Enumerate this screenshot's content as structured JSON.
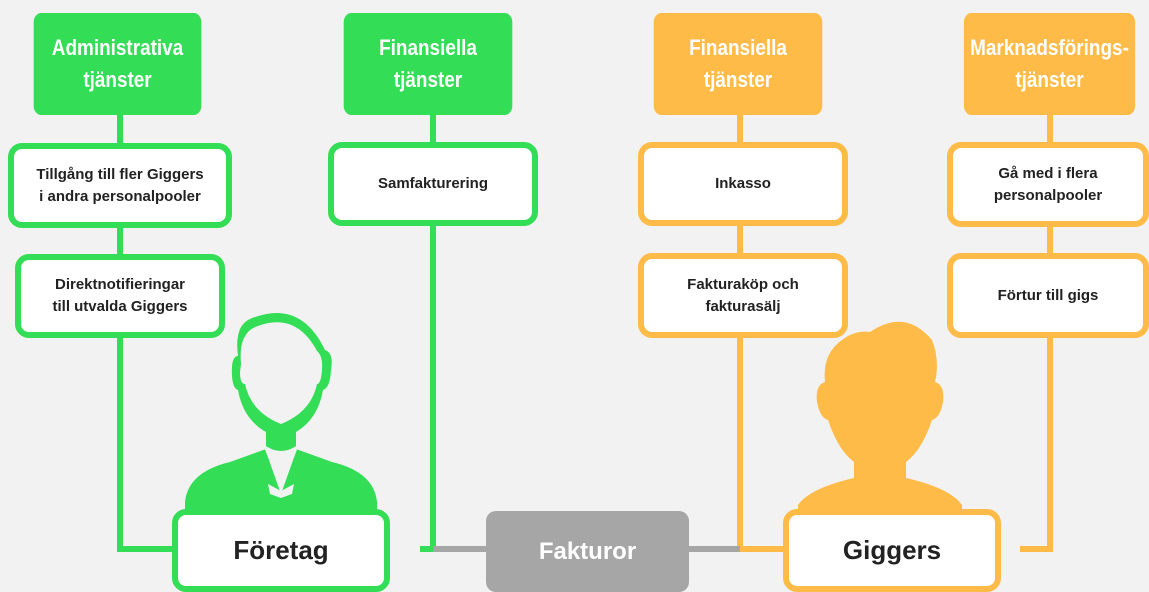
{
  "colors": {
    "green": "#33dd55",
    "orange": "#ffbb48",
    "gray": "#a6a6a6",
    "background": "#f2f2f2"
  },
  "headers": {
    "admin": "Administrativa\ntjänster",
    "fin_green": "Finansiella\ntjänster",
    "fin_orange": "Finansiella\ntjänster",
    "marketing": "Marknadsförings-\ntjänster"
  },
  "boxes": {
    "access": "Tillgång till fler Giggers\ni andra personalpooler",
    "notify": "Direktnotifieringar\ntill utvalda Giggers",
    "cobilling": "Samfakturering",
    "collection": "Inkasso",
    "factoring": "Fakturaköp och\nfakturasälj",
    "join_pools": "Gå med i flera\npersonalpooler",
    "priority": "Förtur till gigs"
  },
  "nodes": {
    "company": "Företag",
    "invoices": "Fakturor",
    "giggers": "Giggers"
  },
  "icons": {
    "company_person": "business-person-icon",
    "gigger_person": "person-icon"
  }
}
